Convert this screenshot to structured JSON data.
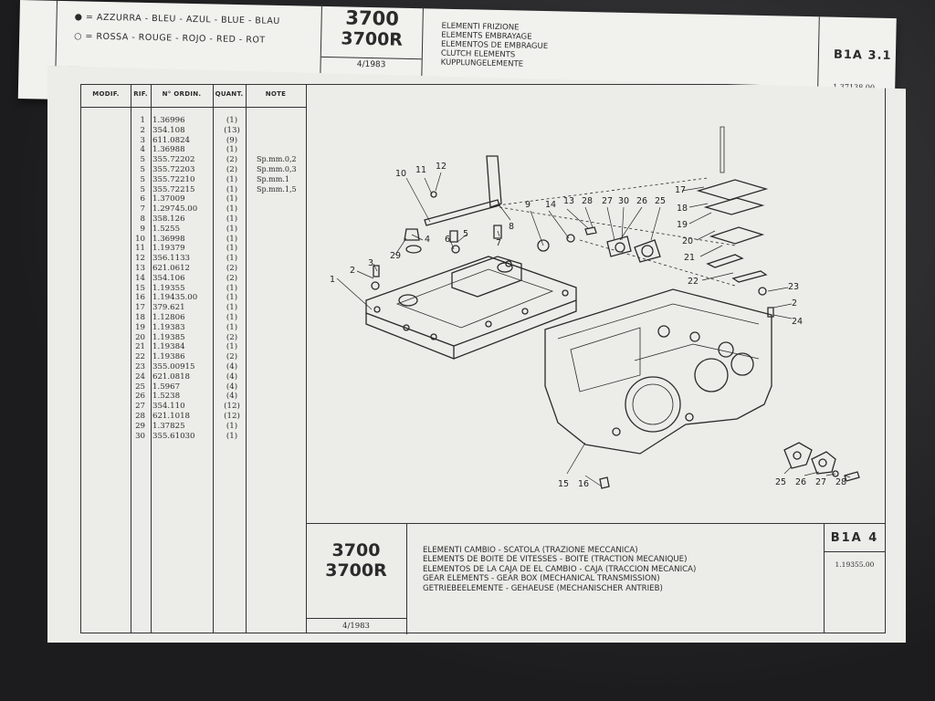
{
  "previous_page": {
    "color_legend": [
      "● = AZZURRA - BLEU - AZUL - BLUE - BLAU",
      "○ = ROSSA - ROUGE - ROJO - RED - ROT"
    ],
    "model_line1": "3700",
    "model_line2": "3700R",
    "date": "4/1983",
    "titles": [
      "ELEMENTI FRIZIONE",
      "ELEMENTS EMBRAYAGE",
      "ELEMENTOS DE EMBRAGUE",
      "CLUTCH ELEMENTS",
      "KUPPLUNGELEMENTE"
    ],
    "page_code": "B1A 3.1",
    "ref_number": "1.37138.00"
  },
  "table": {
    "headers": {
      "modif": "MODIF.",
      "rif": "RIF.",
      "order": "N° ORDIN.",
      "qty": "QUANT.",
      "note": "NOTE"
    },
    "rows": [
      {
        "rif": "1",
        "order": "1.36996",
        "qty": "(1)",
        "note": ""
      },
      {
        "rif": "2",
        "order": "354.108",
        "qty": "(13)",
        "note": ""
      },
      {
        "rif": "3",
        "order": "611.0824",
        "qty": "(9)",
        "note": ""
      },
      {
        "rif": "4",
        "order": "1.36988",
        "qty": "(1)",
        "note": ""
      },
      {
        "rif": "5",
        "order": "355.72202",
        "qty": "(2)",
        "note": "Sp.mm.0,2"
      },
      {
        "rif": "5",
        "order": "355.72203",
        "qty": "(2)",
        "note": "Sp.mm.0,3"
      },
      {
        "rif": "5",
        "order": "355.72210",
        "qty": "(1)",
        "note": "Sp.mm.1"
      },
      {
        "rif": "5",
        "order": "355.72215",
        "qty": "(1)",
        "note": "Sp.mm.1,5"
      },
      {
        "rif": "6",
        "order": "1.37009",
        "qty": "(1)",
        "note": ""
      },
      {
        "rif": "7",
        "order": "1.29745.00",
        "qty": "(1)",
        "note": ""
      },
      {
        "rif": "8",
        "order": "358.126",
        "qty": "(1)",
        "note": ""
      },
      {
        "rif": "9",
        "order": "1.5255",
        "qty": "(1)",
        "note": ""
      },
      {
        "rif": "10",
        "order": "1.36998",
        "qty": "(1)",
        "note": ""
      },
      {
        "rif": "11",
        "order": "1.19379",
        "qty": "(1)",
        "note": ""
      },
      {
        "rif": "12",
        "order": "356.1133",
        "qty": "(1)",
        "note": ""
      },
      {
        "rif": "13",
        "order": "621.0612",
        "qty": "(2)",
        "note": ""
      },
      {
        "rif": "14",
        "order": "354.106",
        "qty": "(2)",
        "note": ""
      },
      {
        "rif": "15",
        "order": "1.19355",
        "qty": "(1)",
        "note": ""
      },
      {
        "rif": "16",
        "order": "1.19435.00",
        "qty": "(1)",
        "note": ""
      },
      {
        "rif": "17",
        "order": "379.621",
        "qty": "(1)",
        "note": ""
      },
      {
        "rif": "18",
        "order": "1.12806",
        "qty": "(1)",
        "note": ""
      },
      {
        "rif": "19",
        "order": "1.19383",
        "qty": "(1)",
        "note": ""
      },
      {
        "rif": "20",
        "order": "1.19385",
        "qty": "(2)",
        "note": ""
      },
      {
        "rif": "21",
        "order": "1.19384",
        "qty": "(1)",
        "note": ""
      },
      {
        "rif": "22",
        "order": "1.19386",
        "qty": "(2)",
        "note": ""
      },
      {
        "rif": "23",
        "order": "355.00915",
        "qty": "(4)",
        "note": ""
      },
      {
        "rif": "24",
        "order": "621.0818",
        "qty": "(4)",
        "note": ""
      },
      {
        "rif": "25",
        "order": "1.5967",
        "qty": "(4)",
        "note": ""
      },
      {
        "rif": "26",
        "order": "1.5238",
        "qty": "(4)",
        "note": ""
      },
      {
        "rif": "27",
        "order": "354.110",
        "qty": "(12)",
        "note": ""
      },
      {
        "rif": "28",
        "order": "621.1018",
        "qty": "(12)",
        "note": ""
      },
      {
        "rif": "29",
        "order": "1.37825",
        "qty": "(1)",
        "note": ""
      },
      {
        "rif": "30",
        "order": "355.61030",
        "qty": "(1)",
        "note": ""
      }
    ]
  },
  "diagram_labels": [
    {
      "id": "1",
      "t": "1"
    },
    {
      "id": "2a",
      "t": "2"
    },
    {
      "id": "3",
      "t": "3"
    },
    {
      "id": "29a",
      "t": "29"
    },
    {
      "id": "4",
      "t": "4"
    },
    {
      "id": "6",
      "t": "6"
    },
    {
      "id": "5",
      "t": "5"
    },
    {
      "id": "7",
      "t": "7"
    },
    {
      "id": "10",
      "t": "10"
    },
    {
      "id": "11",
      "t": "11"
    },
    {
      "id": "12",
      "t": "12"
    },
    {
      "id": "8",
      "t": "8"
    },
    {
      "id": "9",
      "t": "9"
    },
    {
      "id": "14",
      "t": "14"
    },
    {
      "id": "13",
      "t": "13"
    },
    {
      "id": "28a",
      "t": "28"
    },
    {
      "id": "27a",
      "t": "27"
    },
    {
      "id": "30",
      "t": "30"
    },
    {
      "id": "26a",
      "t": "26"
    },
    {
      "id": "25a",
      "t": "25"
    },
    {
      "id": "17",
      "t": "17"
    },
    {
      "id": "18",
      "t": "18"
    },
    {
      "id": "19",
      "t": "19"
    },
    {
      "id": "20",
      "t": "20"
    },
    {
      "id": "21",
      "t": "21"
    },
    {
      "id": "22",
      "t": "22"
    },
    {
      "id": "23",
      "t": "23"
    },
    {
      "id": "2b",
      "t": "2"
    },
    {
      "id": "24",
      "t": "24"
    },
    {
      "id": "15",
      "t": "15"
    },
    {
      "id": "16",
      "t": "16"
    },
    {
      "id": "25b",
      "t": "25"
    },
    {
      "id": "26b",
      "t": "26"
    },
    {
      "id": "27b",
      "t": "27"
    },
    {
      "id": "28b",
      "t": "28"
    }
  ],
  "footer": {
    "model_line1": "3700",
    "model_line2": "3700R",
    "date": "4/1983",
    "titles": [
      "ELEMENTI CAMBIO - SCATOLA (TRAZIONE MECCANICA)",
      "ELEMENTS DE BOITE DE VITESSES - BOITE (TRACTION MECANIQUE)",
      "ELEMENTOS DE LA CAJA DE EL CAMBIO - CAJA (TRACCION MECANICA)",
      "GEAR ELEMENTS - GEAR BOX (MECHANICAL TRANSMISSION)",
      "GETRIEBEELEMENTE - GEHAEUSE (MECHANISCHER ANTRIEB)"
    ],
    "page_code": "B1A 4",
    "ref_number": "1.19355.00"
  }
}
